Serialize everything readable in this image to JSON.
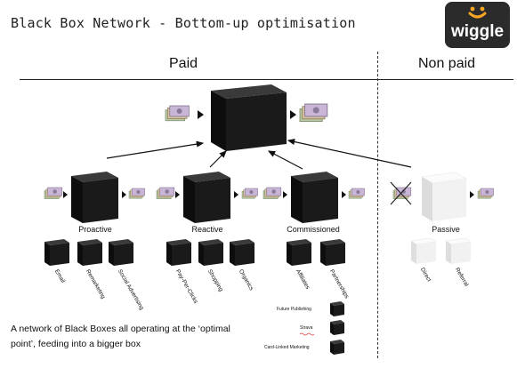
{
  "title": "Black Box Network - Bottom-up optimisation",
  "logo": {
    "text": "wiggle"
  },
  "sections": {
    "paid": "Paid",
    "non_paid": "Non paid"
  },
  "groups": {
    "proactive": {
      "label": "Proactive",
      "children": [
        "Email",
        "Remarketing",
        "Social Advertising"
      ]
    },
    "reactive": {
      "label": "Reactive",
      "children": [
        "Pay-Per-Clicks",
        "Shopping",
        "Organics"
      ]
    },
    "commissioned": {
      "label": "Commissioned",
      "children": [
        "Affiliates",
        "Partnerships"
      ]
    },
    "passive": {
      "label": "Passive",
      "children": [
        "Direct",
        "Referral"
      ]
    }
  },
  "partners": [
    "Future Publishing",
    "Strava",
    "Card-Linked Marketing"
  ],
  "note": "A network of Black Boxes all operating at the ‘optimal point’, feeding into a bigger box",
  "colors": {
    "cube_front": "#1a1a1a",
    "cube_top": "#3a3a3a",
    "cube_side": "#0d0d0d",
    "white_cube": "#f2f2f2",
    "logo_bg": "#2b2b2b",
    "logo_accent": "#f5a623"
  }
}
